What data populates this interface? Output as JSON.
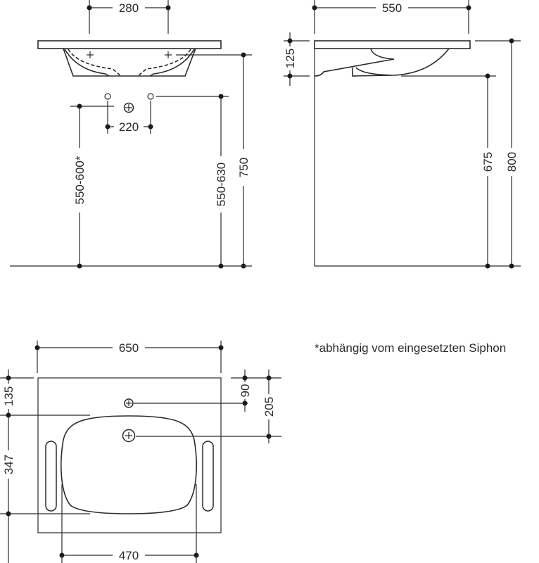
{
  "front_view": {
    "dim_tap_spacing": "280",
    "dim_hole_spacing": "220",
    "dim_siphon_height": "550-600*",
    "dim_outlet_height": "550-630",
    "dim_total_height": "750"
  },
  "side_view": {
    "dim_depth": "550",
    "dim_slab_height": "125",
    "dim_underside_height": "675",
    "dim_top_height": "800"
  },
  "top_view": {
    "dim_width": "650",
    "dim_front_offset": "135",
    "dim_bowl_depth": "347",
    "dim_tap_offset": "90",
    "dim_drain_offset": "205",
    "dim_bowl_width": "470"
  },
  "footnote": "*abhängig vom eingesetzten Siphon"
}
